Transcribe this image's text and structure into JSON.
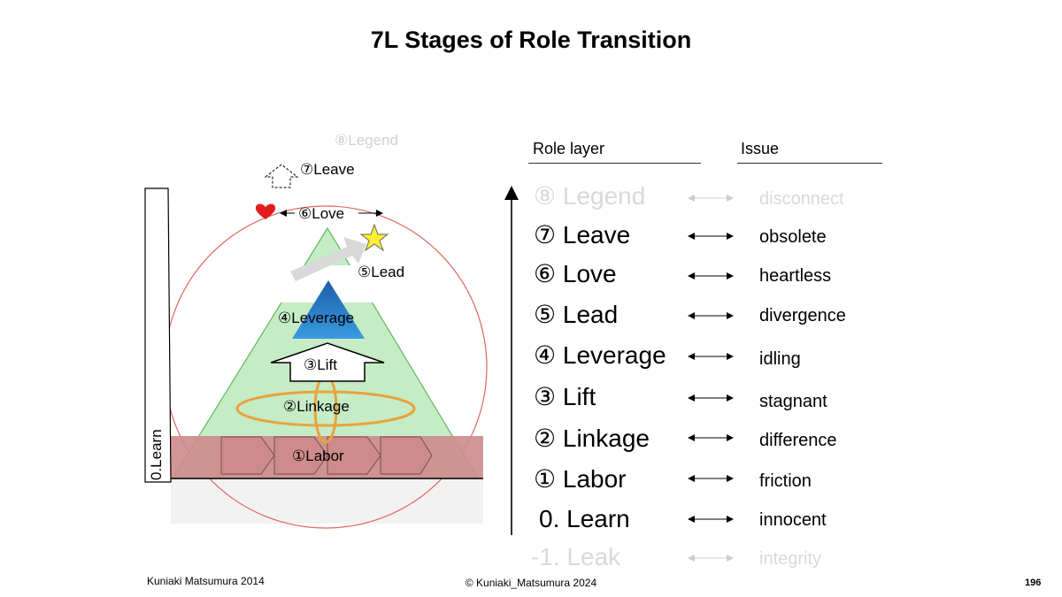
{
  "title": "7L Stages of Role Transition",
  "diagram": {
    "legend": "⑧Legend",
    "leave": "⑦Leave",
    "love": "⑥Love",
    "lead": "⑤Lead",
    "leverage": "④Leverage",
    "lift": "③Lift",
    "linkage": "②Linkage",
    "labor": "①Labor",
    "learn": "0.Learn"
  },
  "headers": {
    "role": "Role layer",
    "issue": "Issue"
  },
  "rows": [
    {
      "role": "⑧ Legend",
      "issue": "disconnect",
      "faded": true
    },
    {
      "role": "⑦ Leave",
      "issue": "obsolete"
    },
    {
      "role": "⑥ Love",
      "issue": "heartless"
    },
    {
      "role": "⑤ Lead",
      "issue": "divergence"
    },
    {
      "role": "④ Leverage",
      "issue": "idling"
    },
    {
      "role": "③ Lift",
      "issue": "stagnant"
    },
    {
      "role": "② Linkage",
      "issue": "difference"
    },
    {
      "role": "① Labor",
      "issue": "friction"
    },
    {
      "role": "0. Learn",
      "issue": "innocent"
    },
    {
      "role": "-1. Leak",
      "issue": "integrity",
      "faded": true
    }
  ],
  "footer": {
    "author": "Kuniaki Matsumura 2014",
    "copyright": "© Kuniaki_Matsumura  2024",
    "page": "196"
  },
  "colors": {
    "circle": "#e06666",
    "triangle": "#c6ecc6",
    "labor_band": "#cd8b8b",
    "heart": "#e31b1b",
    "star": "#ffee33",
    "leverage": "#2577c8",
    "swirl": "#e8a33c"
  }
}
